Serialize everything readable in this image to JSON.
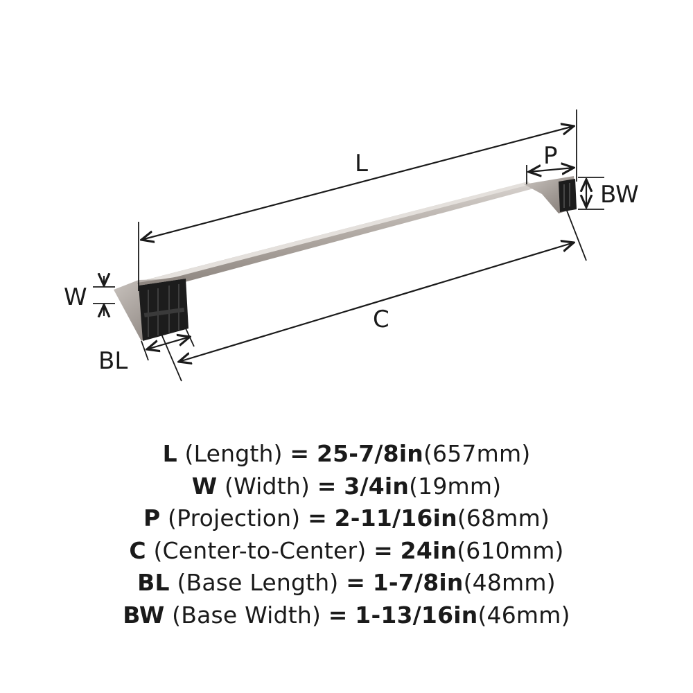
{
  "colors": {
    "ink": "#1a1a1a",
    "metal_light": "#cfc9c4",
    "metal_mid": "#a49c96",
    "metal_dark": "#6e6761",
    "base_dark": "#1c1c1c"
  },
  "diagram": {
    "labels": {
      "L": "L",
      "P": "P",
      "BW": "BW",
      "W": "W",
      "C": "C",
      "BL": "BL"
    }
  },
  "specs": [
    {
      "code": "L",
      "name": "(Length)",
      "eq": "=",
      "imperial": "25-7/8in",
      "metric": "(657mm)"
    },
    {
      "code": "W",
      "name": "(Width)",
      "eq": "=",
      "imperial": "3/4in",
      "metric": "(19mm)"
    },
    {
      "code": "P",
      "name": "(Projection)",
      "eq": "=",
      "imperial": "2-11/16in",
      "metric": "(68mm)"
    },
    {
      "code": "C",
      "name": "(Center-to-Center)",
      "eq": "=",
      "imperial": "24in",
      "metric": "(610mm)"
    },
    {
      "code": "BL",
      "name": "(Base Length)",
      "eq": "=",
      "imperial": "1-7/8in",
      "metric": "(48mm)"
    },
    {
      "code": "BW",
      "name": "(Base Width)",
      "eq": "=",
      "imperial": "1-13/16in",
      "metric": "(46mm)"
    }
  ]
}
